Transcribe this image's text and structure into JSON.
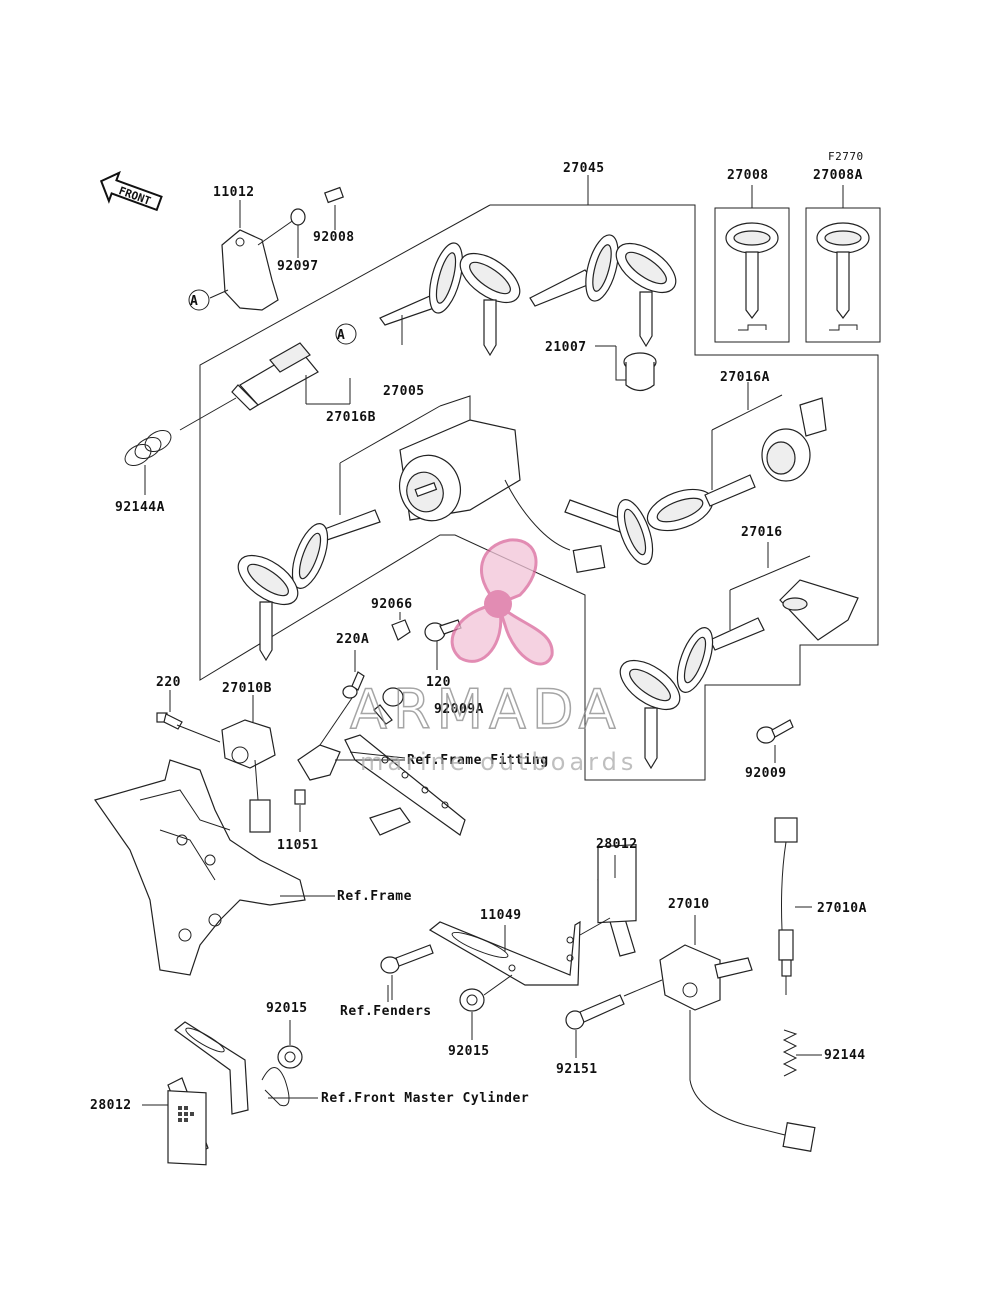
{
  "diagram": {
    "figure_code": "F2770",
    "front_label": "FRONT",
    "callout_A": "A",
    "part_labels": {
      "p27045": "27045",
      "p27008": "27008",
      "p27008A": "27008A",
      "p11012": "11012",
      "p92008": "92008",
      "p92097": "92097",
      "p21007": "21007",
      "p27005": "27005",
      "p27016B": "27016B",
      "p27016A": "27016A",
      "p92144A": "92144A",
      "p27016": "27016",
      "p92066": "92066",
      "p220A": "220A",
      "p120": "120",
      "p220": "220",
      "p27010B": "27010B",
      "p92009A": "92009A",
      "p92009": "92009",
      "p11051": "11051",
      "p28012_top": "28012",
      "p27010": "27010",
      "p27010A": "27010A",
      "p11049": "11049",
      "p92015_mid": "92015",
      "p92015_low": "92015",
      "p92151": "92151",
      "p92144": "92144",
      "p28012_low": "28012"
    },
    "references": {
      "frame_fitting": "Ref.Frame Fitting",
      "frame": "Ref.Frame",
      "fenders": "Ref.Fenders",
      "front_master_cylinder": "Ref.Front Master Cylinder"
    }
  },
  "watermark": {
    "brand": "ARMADA",
    "tagline": "marine outboards",
    "color": "#d9669a"
  }
}
